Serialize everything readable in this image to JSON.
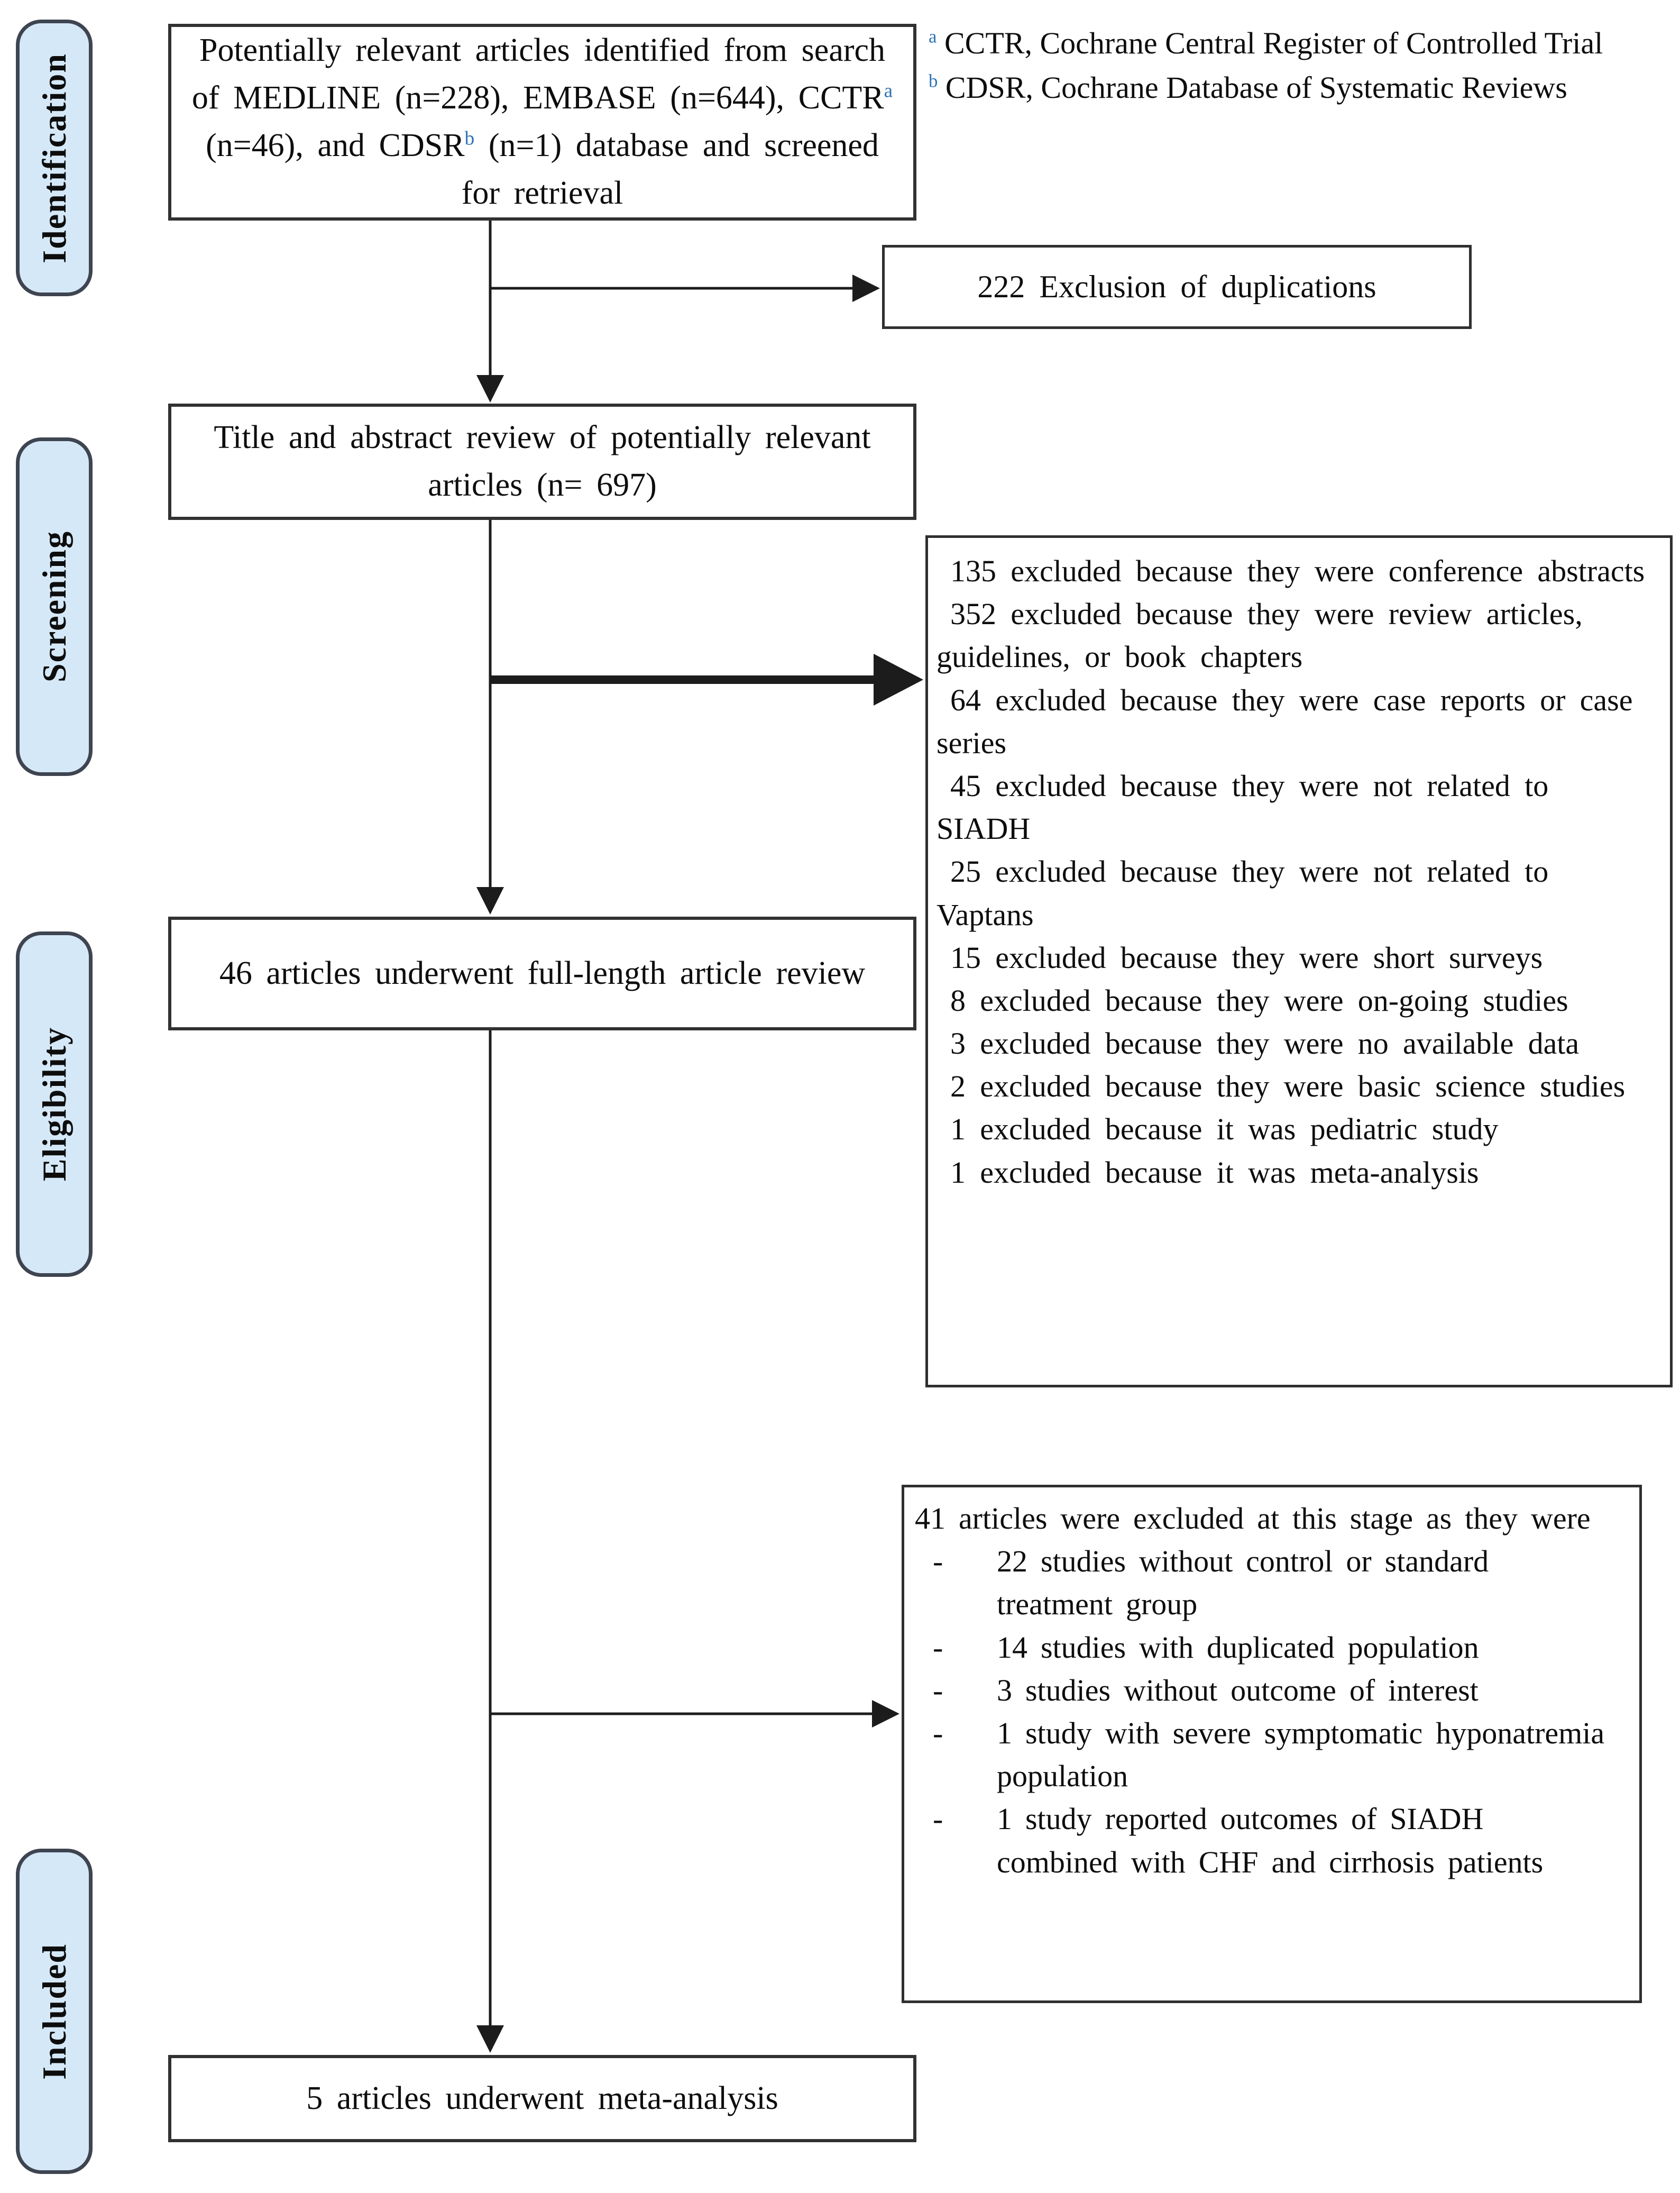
{
  "figure": {
    "type": "prisma-flow-diagram",
    "colors": {
      "stage_fill": "#d5e8f8",
      "stage_border": "#3e4450",
      "box_border": "#2f2f2f",
      "superscript_blue": "#2e74b5",
      "arrow": "#1c1c1c",
      "background": "#ffffff"
    }
  },
  "stages": [
    {
      "label": "Identification"
    },
    {
      "label": "Screening"
    },
    {
      "label": "Eligibility"
    },
    {
      "label": "Included"
    }
  ],
  "footnotes": [
    {
      "sup": "a",
      "text": " CCTR, Cochrane Central Register of Controlled Trial"
    },
    {
      "sup": "b",
      "text": " CDSR, Cochrane Database of Systematic Reviews"
    }
  ],
  "boxes": {
    "identified": {
      "seg1": "Potentially relevant articles identified from search of MEDLINE (n=228), EMBASE (n=644), CCTR",
      "sup_a": "a",
      "seg2": " (n=46), and CDSR",
      "sup_b": "b",
      "seg3": " (n=1) database and screened for retrieval"
    },
    "duplications": {
      "text": "222 Exclusion  of duplications"
    },
    "title_abstract": {
      "text": "Title and abstract review of potentially relevant articles (n= 697)"
    },
    "screening_exclusions": {
      "items": [
        "135 excluded because they were conference abstracts",
        "352 excluded because they were review articles, guidelines, or book chapters",
        "64 excluded because they were case reports or case series",
        "45 excluded because they were not related to SIADH",
        "25 excluded because they were not related to Vaptans",
        "15 excluded because they were short surveys",
        "8 excluded because they were on-going studies",
        "3 excluded because they were no available data",
        "2 excluded because they were basic science studies",
        "1 excluded because it was pediatric study",
        "1 excluded because it was meta-analysis"
      ]
    },
    "fulllength": {
      "text": "46 articles underwent full-length article review"
    },
    "eligibility_exclusions": {
      "intro": "41 articles were excluded at this stage as they were",
      "bullet": "-",
      "items": [
        "22 studies without control or standard treatment group",
        "14 studies with duplicated population",
        "3 studies without outcome of interest",
        "1 study with severe symptomatic hyponatremia population",
        "1 study reported outcomes of SIADH combined with CHF and cirrhosis patients"
      ]
    },
    "meta_analysis": {
      "text": "5 articles underwent meta-analysis"
    }
  }
}
